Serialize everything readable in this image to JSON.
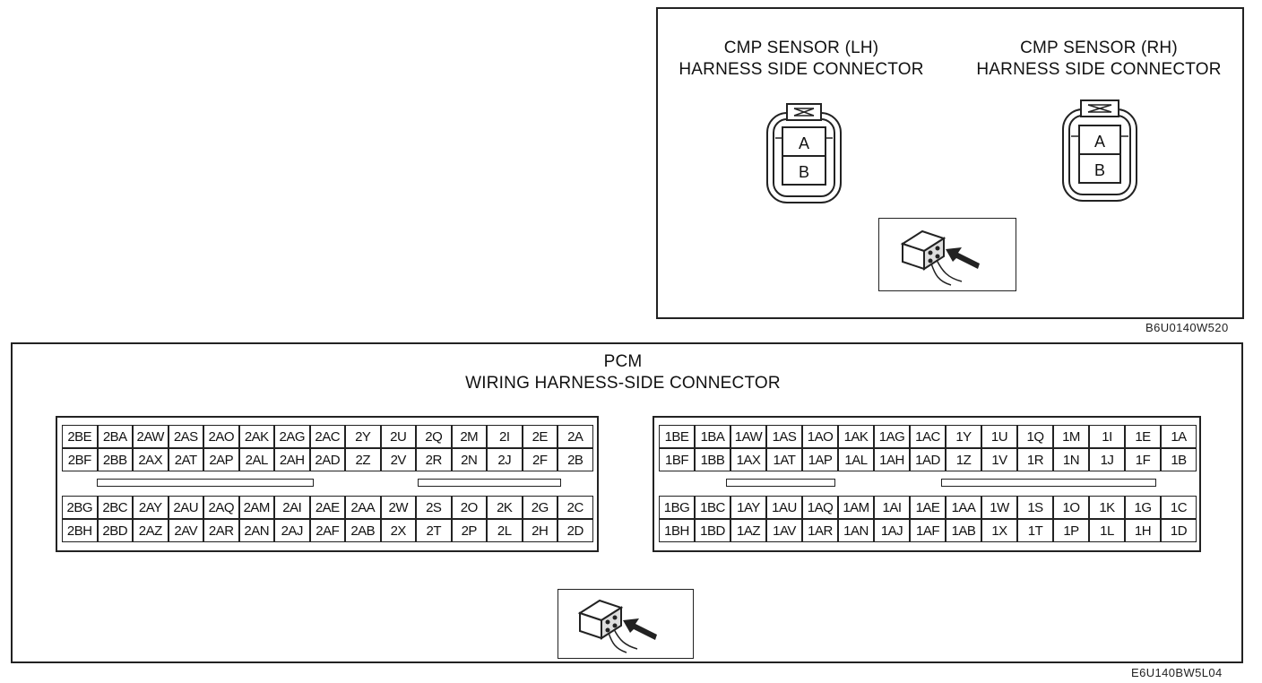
{
  "cmp_panel": {
    "sensor_lh": {
      "title_line1": "CMP SENSOR (LH)",
      "title_line2": "HARNESS SIDE CONNECTOR",
      "pin_a": "A",
      "pin_b": "B"
    },
    "sensor_rh": {
      "title_line1": "CMP SENSOR (RH)",
      "title_line2": "HARNESS SIDE CONNECTOR",
      "pin_a": "A",
      "pin_b": "B"
    },
    "view_icon": "connector-view-arrow-icon",
    "ref_code": "B6U0140W520"
  },
  "pcm_panel": {
    "title_line1": "PCM",
    "title_line2": "WIRING HARNESS-SIDE CONNECTOR",
    "connector_2": {
      "rows": [
        [
          "2BE",
          "2BA",
          "2AW",
          "2AS",
          "2AO",
          "2AK",
          "2AG",
          "2AC",
          "2Y",
          "2U",
          "2Q",
          "2M",
          "2I",
          "2E",
          "2A"
        ],
        [
          "2BF",
          "2BB",
          "2AX",
          "2AT",
          "2AP",
          "2AL",
          "2AH",
          "2AD",
          "2Z",
          "2V",
          "2R",
          "2N",
          "2J",
          "2F",
          "2B"
        ],
        [
          "2BG",
          "2BC",
          "2AY",
          "2AU",
          "2AQ",
          "2AM",
          "2AI",
          "2AE",
          "2AA",
          "2W",
          "2S",
          "2O",
          "2K",
          "2G",
          "2C"
        ],
        [
          "2BH",
          "2BD",
          "2AZ",
          "2AV",
          "2AR",
          "2AN",
          "2AJ",
          "2AF",
          "2AB",
          "2X",
          "2T",
          "2P",
          "2L",
          "2H",
          "2D"
        ]
      ]
    },
    "connector_1": {
      "rows": [
        [
          "1BE",
          "1BA",
          "1AW",
          "1AS",
          "1AO",
          "1AK",
          "1AG",
          "1AC",
          "1Y",
          "1U",
          "1Q",
          "1M",
          "1I",
          "1E",
          "1A"
        ],
        [
          "1BF",
          "1BB",
          "1AX",
          "1AT",
          "1AP",
          "1AL",
          "1AH",
          "1AD",
          "1Z",
          "1V",
          "1R",
          "1N",
          "1J",
          "1F",
          "1B"
        ],
        [
          "1BG",
          "1BC",
          "1AY",
          "1AU",
          "1AQ",
          "1AM",
          "1AI",
          "1AE",
          "1AA",
          "1W",
          "1S",
          "1O",
          "1K",
          "1G",
          "1C"
        ],
        [
          "1BH",
          "1BD",
          "1AZ",
          "1AV",
          "1AR",
          "1AN",
          "1AJ",
          "1AF",
          "1AB",
          "1X",
          "1T",
          "1P",
          "1L",
          "1H",
          "1D"
        ]
      ]
    },
    "view_icon": "connector-view-arrow-icon",
    "ref_code": "E6U140BW5L04"
  }
}
